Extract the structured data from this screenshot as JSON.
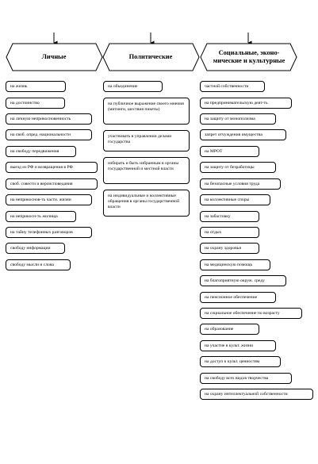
{
  "columns": [
    {
      "title": "Личные",
      "items": [
        "на жизнь",
        "на достоинство",
        "на личную неприкосновенность",
        "на своб. опред. национальности",
        "на свободу передвижения",
        "выезд из РФ и возвращения в РФ",
        "своб. совести и вероисповедания",
        "на неприкоснов-ть части. жизни",
        "на неприкосн-ть жилища",
        "на тайну телефонных разговоров",
        "свободу информации",
        "свободу мысли и слова"
      ]
    },
    {
      "title": "Политические",
      "items": [
        "на объединение",
        "на публичное выражение своего мнения (митинги, шествия пикеты)",
        "участвовать в управлении делами государства",
        "избирать и быть избранным в органы государственной и местной власти",
        "на индивидуальные и коллективные обращения в органы государственной власти"
      ]
    },
    {
      "title": "Социальные, эконо-мические и культурные",
      "items": [
        "частной собственности",
        "на предпринимательскую деят-ть",
        "на защиту от монополизма",
        "запрет отчуждения имущества",
        "на МРОТ",
        "на защиту от безработицы",
        "на безопасные условия труда",
        "на коллективные споры",
        "на забастовку",
        "на отдых",
        "на охрану здоровья",
        "на медицинскую помощь",
        "на благоприятную окруж. среду",
        "на пенсионное обеспечение",
        "на социальное обеспечение по возрасту",
        "на образование",
        "на участие в культ. жизни",
        "на доступ к культ. ценностям",
        "на свободу всех видов творчества",
        "на охрану интеллектуальной собственности"
      ]
    }
  ]
}
